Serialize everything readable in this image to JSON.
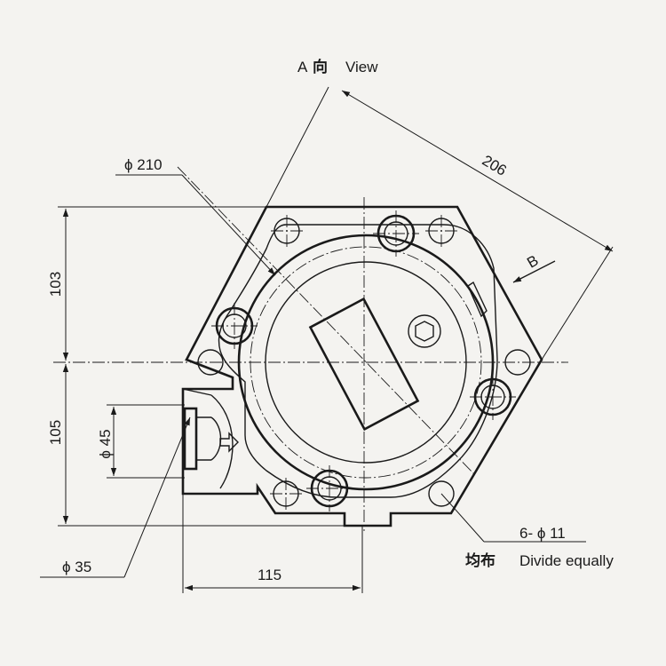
{
  "labels": {
    "view_a_prefix": "A",
    "view_a_cjk": "向",
    "view_a_en": "View",
    "dim_206": "206",
    "dim_phi210": "ϕ 210",
    "arrow_b": "B",
    "dim_103": "103",
    "dim_105": "105",
    "dim_phi45": "ϕ 45",
    "dim_phi35": "ϕ 35",
    "dim_115": "115",
    "holes": "6- ϕ 11",
    "divide_cjk": "均布",
    "divide_en": "Divide equally"
  },
  "colors": {
    "line": "#1a1a1a",
    "paper": "#f4f3f0"
  }
}
